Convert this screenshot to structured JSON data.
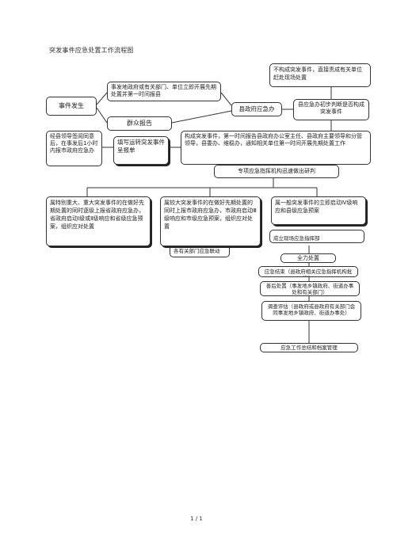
{
  "title": "突发事件应急处置工作流程图",
  "page_number": "1 / 1",
  "nodes": {
    "event_occurs": "事件发生",
    "dept_report": "事发地政府或有关部门、单位立即开展先期处置并第一时间报县",
    "public_report": "群众报告",
    "county_emergency_office": "县政府应急办",
    "initial_judgment": "县应急办初步判断是否构成突发事件",
    "not_emergency": "不构成突发事件，直接责成有关单位赶赴现场处置",
    "leader_review": "经县领导签阅同意后，在事发后1小时内报市政府应急办",
    "fill_report": "填写运转突发事件呈报单",
    "is_emergency": "构成突发事件，第一时间报告县政府办公室主任、县政府主要领导和分管领导，县委办、维稳办，通知相关单位第一时间开展先期处置工作",
    "special_hq": "专项应急指挥机构迅速做出研判",
    "level_1_2": "属特别重大、重大突发事件的在做好先期处置的同时逐级上报省政府应急办，省政府启动Ⅰ级或Ⅱ级响应和省级应急预案，组织应对处置",
    "level_3": "属较大突发事件的在做好先期处置的同时上报市政府应急办，市政府启动Ⅲ级响应和市级应急预案，组织应对处置",
    "level_3_behind": "各有关部门应急联动",
    "level_4": "属一般突发事件的立即启动Ⅳ级响应和县级应急预案",
    "level_4_behind": "成立现场应急指挥部",
    "full_response": "全力处置",
    "response_end": "应急结束（县政府相关应急指挥机构批准）",
    "aftermath": "善后处置（事发地乡镇政府、街道办事处和有关部门）",
    "investigation": "调查评估（县政府或县政府有关部门会同事发地乡镇政府、街道办事处）",
    "work_summary": "应急工作总结和档案管理"
  }
}
